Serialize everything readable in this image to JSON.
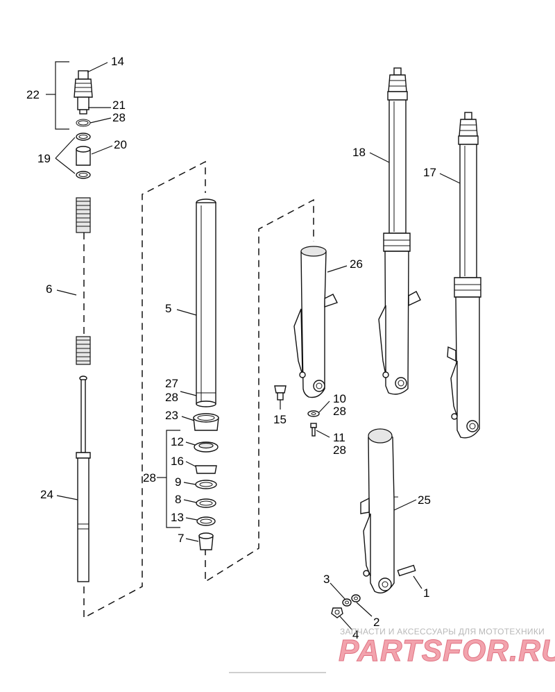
{
  "labels": {
    "l1": "1",
    "l2": "2",
    "l3": "3",
    "l4": "4",
    "l5": "5",
    "l6": "6",
    "l7": "7",
    "l8": "8",
    "l9": "9",
    "l10": "10",
    "l11": "11",
    "l12": "12",
    "l13": "13",
    "l14": "14",
    "l15": "15",
    "l16": "16",
    "l17": "17",
    "l18": "18",
    "l19": "19",
    "l20": "20",
    "l21": "21",
    "l22": "22",
    "l23": "23",
    "l24": "24",
    "l25": "25",
    "l26": "26",
    "l27": "27",
    "l28a": "28",
    "l28b": "28",
    "l28c": "28",
    "l28d": "28",
    "l28e": "28"
  },
  "watermark": {
    "tagline": "ЗАПЧАСТИ И АКСЕССУАРЫ ДЛЯ МОТОТЕХНИКИ",
    "logo": "PARTSFOR.RU"
  }
}
